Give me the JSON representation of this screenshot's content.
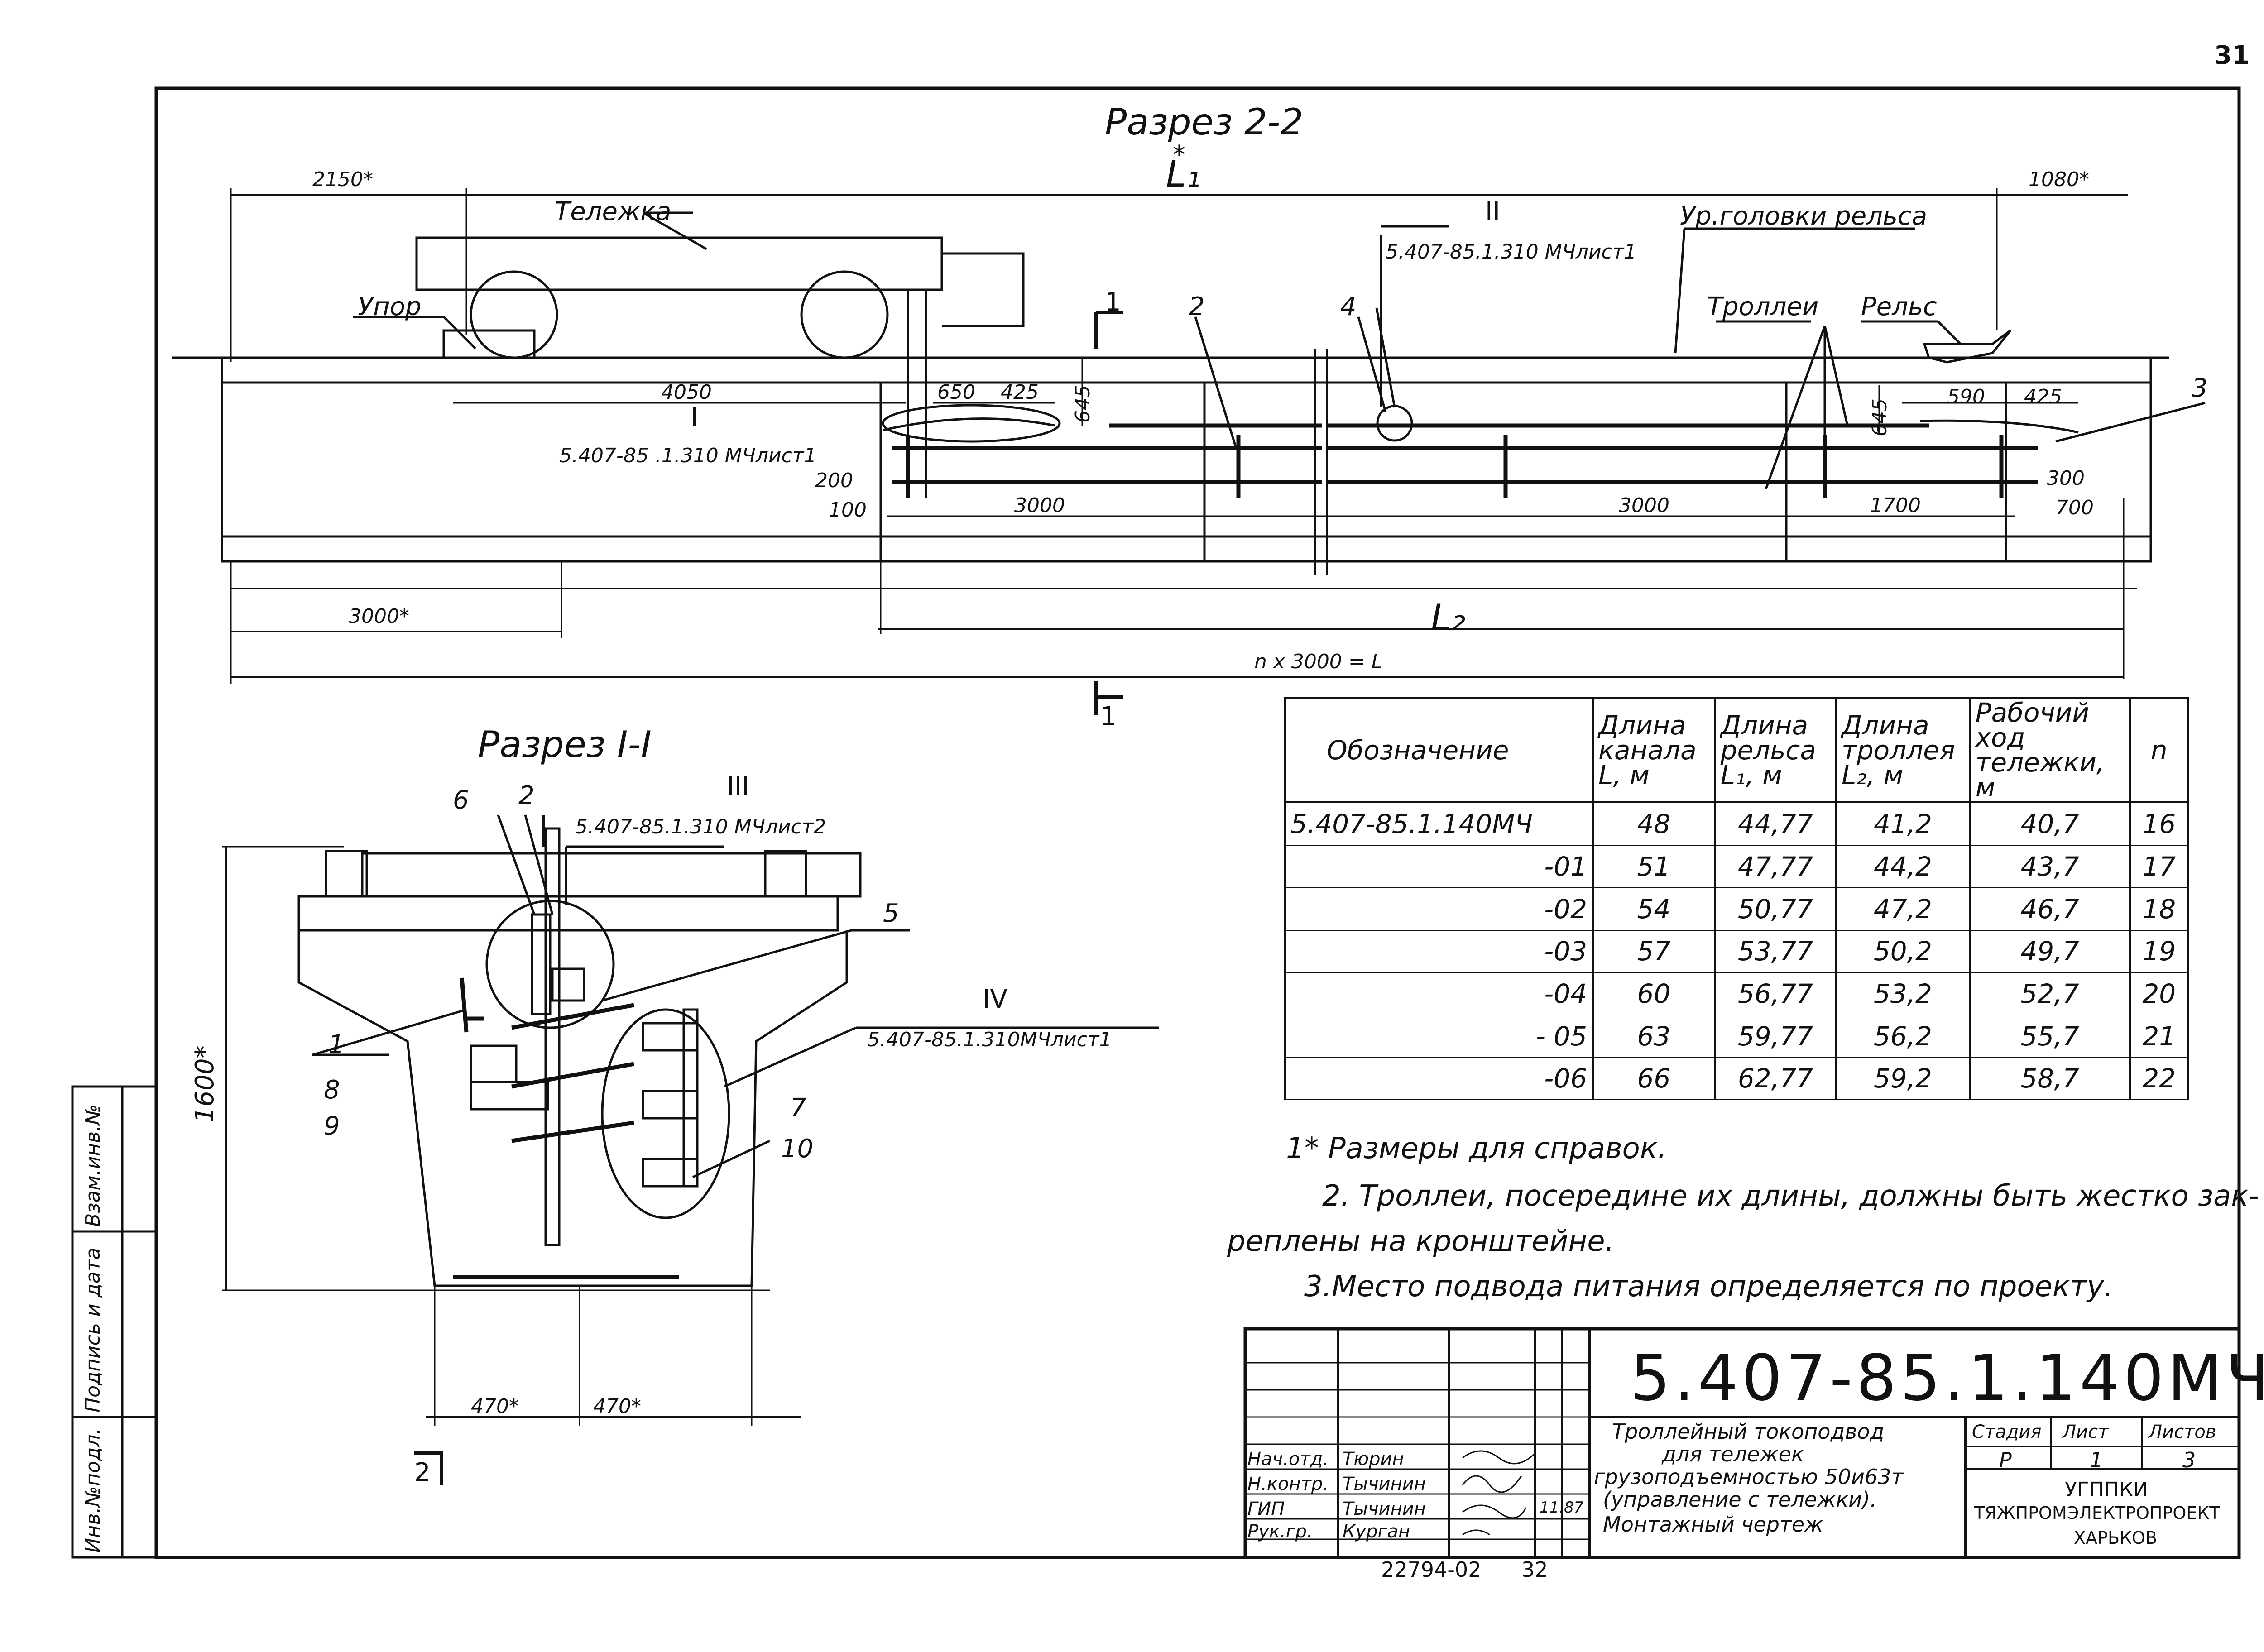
{
  "page_number": "31",
  "section_2_2": {
    "title": "Разрез 2-2",
    "l1_label": "L₁",
    "l1_star": "*",
    "l2_label": "L₂",
    "dims": {
      "left_top": "2150*",
      "right_top": "1080*",
      "d4050": "4050",
      "d650": "650",
      "d425a": "425",
      "d645a": "645",
      "d645b": "645",
      "d590": "590",
      "d425b": "425",
      "d200": "200",
      "d100": "100",
      "d3000a": "3000",
      "d3000b": "3000",
      "d1700": "1700",
      "d300": "300",
      "d700": "700",
      "left_bottom": "3000*",
      "total": "n x 3000 = L"
    },
    "labels": {
      "trolley": "Тележка",
      "stop": "Упор",
      "rail_level": "Ур.головки рельса",
      "trolleys": "Троллеи",
      "rail": "Рельс",
      "ref_i_num": "I",
      "ref_i": "5.407-85 .1.310 МЧлист1",
      "ref_ii_num": "II",
      "ref_ii": "5.407-85.1.310 МЧлист1",
      "pos2": "2",
      "pos3": "3",
      "pos4": "4",
      "cut1_top": "1",
      "cut1_bottom": "1"
    }
  },
  "section_1_1": {
    "title": "Разрез I-I",
    "d1600": "1600*",
    "d470a": "470*",
    "d470b": "470*",
    "ref_iii_num": "III",
    "ref_iii": "5.407-85.1.310 МЧлист2",
    "ref_iv_num": "IV",
    "ref_iv": "5.407-85.1.310МЧлист1",
    "pos1": "1",
    "pos2": "2",
    "pos5": "5",
    "pos6": "6",
    "pos7": "7",
    "pos8": "8",
    "pos9": "9",
    "pos10": "10",
    "cut2": "2"
  },
  "table": {
    "headers": [
      "Обозначение",
      "Длина канала L, м",
      "Длина рельса L₁, м",
      "Длина троллея L₂, м",
      "Рабочий ход тележки, м",
      "n"
    ],
    "rows": [
      [
        "5.407-85.1.140МЧ",
        "48",
        "44,77",
        "41,2",
        "40,7",
        "16"
      ],
      [
        "-01",
        "51",
        "47,77",
        "44,2",
        "43,7",
        "17"
      ],
      [
        "-02",
        "54",
        "50,77",
        "47,2",
        "46,7",
        "18"
      ],
      [
        "-03",
        "57",
        "53,77",
        "50,2",
        "49,7",
        "19"
      ],
      [
        "-04",
        "60",
        "56,77",
        "53,2",
        "52,7",
        "20"
      ],
      [
        "- 05",
        "63",
        "59,77",
        "56,2",
        "55,7",
        "21"
      ],
      [
        "-06",
        "66",
        "62,77",
        "59,2",
        "58,7",
        "22"
      ]
    ]
  },
  "notes": [
    "1* Размеры для справок.",
    "2. Троллеи, посередине их длины, должны быть жестко зак-",
    "реплены на кронштейне.",
    "3.Место подвода питания определяется по проекту."
  ],
  "stamp": {
    "code": "5.407-85.1.140МЧ",
    "title_lines": [
      "Троллейный токоподвод",
      "для тележек",
      "грузоподъемностью 50и63т",
      "(управление с тележки).",
      "Монтажный чертеж"
    ],
    "stage_h": "Стадия",
    "sheet_h": "Лист",
    "sheets_h": "Листов",
    "stage": "Р",
    "sheet": "1",
    "sheets": "3",
    "org": [
      "УГППКИ",
      "ТЯЖПРОМЭЛЕКТРОПРОЕКТ",
      "ХАРЬКОВ"
    ],
    "roles": [
      "Нач.отд.",
      "Н.контр.",
      "ГИП",
      "Рук.гр."
    ],
    "names": [
      "Тюрин",
      "Тычинин",
      "Тычинин",
      "Курган"
    ],
    "date": "11.87",
    "archive": "22794-02",
    "archive_page": "32"
  },
  "side_stamp": [
    "Инв.№подл.",
    "Подпись и дата",
    "Взам.инв.№"
  ]
}
